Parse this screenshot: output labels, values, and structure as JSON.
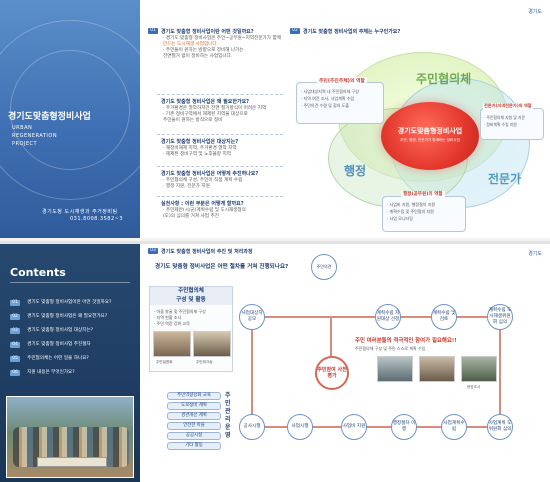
{
  "top": {
    "logo": "경기도",
    "side": {
      "title": "경기도맞춤형정비사업",
      "lines": [
        "URBAN",
        "REGENERATION",
        "PROJECT"
      ],
      "footer1": "경기도청 도시재생과 주거정비팀",
      "footer2": "031.8008.3582~3"
    },
    "left_column": {
      "badge": "01",
      "q1": "경기도 맞춤형 정비사업이란 어떤 것일까요?",
      "q1_body": [
        "· 경기도 맞춤형 정비사업은 주민~공무원~지역전문가가 함께",
        "  만드는 도시재생 사업입니다.",
        "· 주민들이 원하는 방향으로 정비해 나가는",
        "  전면철거 없이 정비하는 사업입니다."
      ],
      "q2": "경기도 맞춤형 정비사업은 왜 필요한가요?",
      "q2_body": [
        "· 주거환경은 열악하지만 전면 철거방식이 어려운 지역",
        "· 기존 정비구역에서 해제된 지역을 대상으로",
        "  주민들이 원하는 방식으로 정비"
      ],
      "q3": "경기도 맞춤형 정비사업은 대상지는?",
      "q3_body": [
        "· 재정비해제 지역, 주거환경 열악 지역",
        "· 해제된 정비구역 및 노후불량 지역"
      ],
      "q4": "경기도 맞춤형 정비사업은 어떻게 추진하나요?",
      "q4_body": [
        "· 주민협의체 구성, 주민이 직접 계획 수립",
        "· 행정 지원, 전문가 지원"
      ],
      "q5": "실천사항 : 이런 부분은 어떻게 할까요?",
      "q5_body": [
        "· 주민제안(시/군)계획수립 및 도시재생협의",
        "  (도)의 심의를 거쳐 사업 추진"
      ]
    },
    "diagram": {
      "badge": "02",
      "heading": "경기도 맞춤형 정비사업의 주체는 누구인가요?",
      "center_title": "경기도맞춤형정비사업",
      "center_sub": "주민, 행정, 전문가가 함께하는 정비사업",
      "ring_resident": "주민협의체",
      "ring_admin": "행정",
      "ring_expert": "전문가",
      "resident_role_title": "주민(추진주체)의 역할",
      "resident_roles": [
        "· 사업대상지역 내 주민협의체 구성",
        "· 지역 여건 조사, 사업계획 수립",
        "· 주민의견 수렴 및 합의 도출"
      ],
      "expert_role_title": "전문가(지역전문가)의 역할",
      "expert_roles": [
        "· 주민협의체 지원 및 자문",
        "· 정비계획 수립 지원"
      ],
      "admin_role_title": "행정(공무원)의 역할",
      "admin_roles": [
        "· 사업비 지원, 행정절차 지원",
        "· 계획수립 및 주민협의 지원",
        "· 사업 모니터링"
      ]
    }
  },
  "bottom": {
    "logo": "경기도",
    "contents_title": "Contents",
    "contents": [
      {
        "num": "01",
        "text": "경기도 맞춤형 정비사업이란 어떤 것일까요?"
      },
      {
        "num": "02",
        "text": "경기도 맞춤형 정비사업은 왜 필요한가요?"
      },
      {
        "num": "03",
        "text": "경기도 맞춤형 정비사업 대상지는?"
      },
      {
        "num": "04",
        "text": "경기도 맞춤형 정비사업 추진절차"
      },
      {
        "num": "05",
        "text": "주민협의체는 어떤 일을 하나요?"
      },
      {
        "num": "06",
        "text": "지원 내용은 무엇인가요?"
      }
    ],
    "heading1": "경기도 맞춤형 정비사업의 추진 및 처리과정",
    "heading2": "경기도 맞춤형 정비사업은 어떤 절차를 거쳐 진행되나요?",
    "card_title1": "주민협의체",
    "card_title2": "구성 및 활동",
    "card_lines": [
      "· 마을 발굴 및 주민협의체 구성",
      "· 지역 현황 조사",
      "· 주민 역량 강화 교육"
    ],
    "photo_captions": [
      "주민설명회",
      "주민워크숍",
      "현장조사"
    ],
    "nodes": {
      "start": "주민의견",
      "n1": "사업대상지 공모",
      "n2": "계획수립 지원대상 선정",
      "n3": "계획수립 및 검토",
      "n4": "계획수립 도시재생위원회 심의",
      "center": "주민참여 사전평가",
      "n5": "사업시행",
      "n6": "사업비 지원",
      "n7": "행정절차 이행",
      "n8": "사업계획수립",
      "n9": "사업계획 도위원회 심의",
      "n10": "공사시행"
    },
    "alert": "주민 여러분들의 적극적인 참여가 필요해요!!",
    "alert_sub": "주민협의체 구성 및 주민 스스로 계획 수립",
    "pills": [
      "주민역량강화 교육",
      "도로정비 계획",
      "경관개선 계획",
      "안전한 마을",
      "공공시설",
      "기타 활동"
    ],
    "pill_side": "주민관리운영"
  }
}
